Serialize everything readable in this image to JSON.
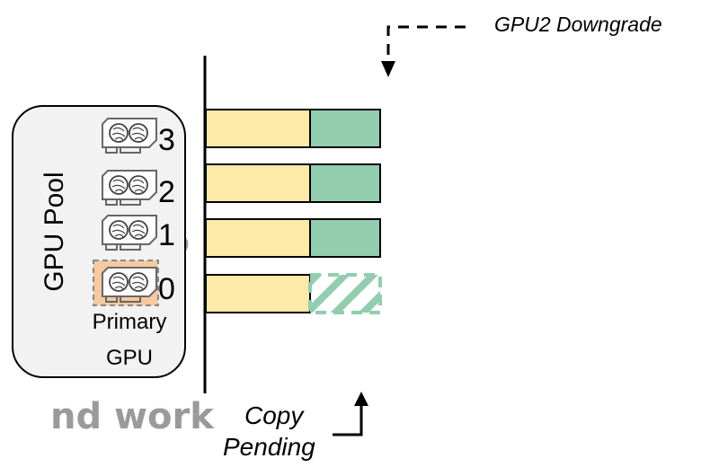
{
  "pool": {
    "title": "GPU Pool",
    "primary_label_line1": "Primary",
    "primary_label_line2": "GPU",
    "gpus": [
      {
        "id": "3",
        "primary": false
      },
      {
        "id": "2",
        "primary": false
      },
      {
        "id": "1",
        "primary": false
      },
      {
        "id": "0",
        "primary": true
      }
    ]
  },
  "timeline": {
    "rows": [
      {
        "gpu": "3",
        "work_fraction": 0.6,
        "copy": "done"
      },
      {
        "gpu": "2",
        "work_fraction": 0.6,
        "copy": "done"
      },
      {
        "gpu": "1",
        "work_fraction": 0.6,
        "copy": "done"
      },
      {
        "gpu": "0",
        "work_fraction": 0.6,
        "copy": "pending"
      }
    ]
  },
  "annotations": {
    "downgrade": "GPU2 Downgrade",
    "copy_line1": "Copy",
    "copy_line2": "Pending"
  },
  "background_fragments": {
    "left_char": "D",
    "bottom_text": "nd work"
  },
  "colors": {
    "work": "#fdeaa8",
    "copy": "#93cdb0",
    "primary_highlight": "#f6c9a0",
    "pool_fill": "#f2f2f2"
  },
  "icons": {
    "gpu": "gpu-card-icon",
    "arrow_down": "arrow-down-icon",
    "arrow_up": "arrow-up-icon"
  }
}
